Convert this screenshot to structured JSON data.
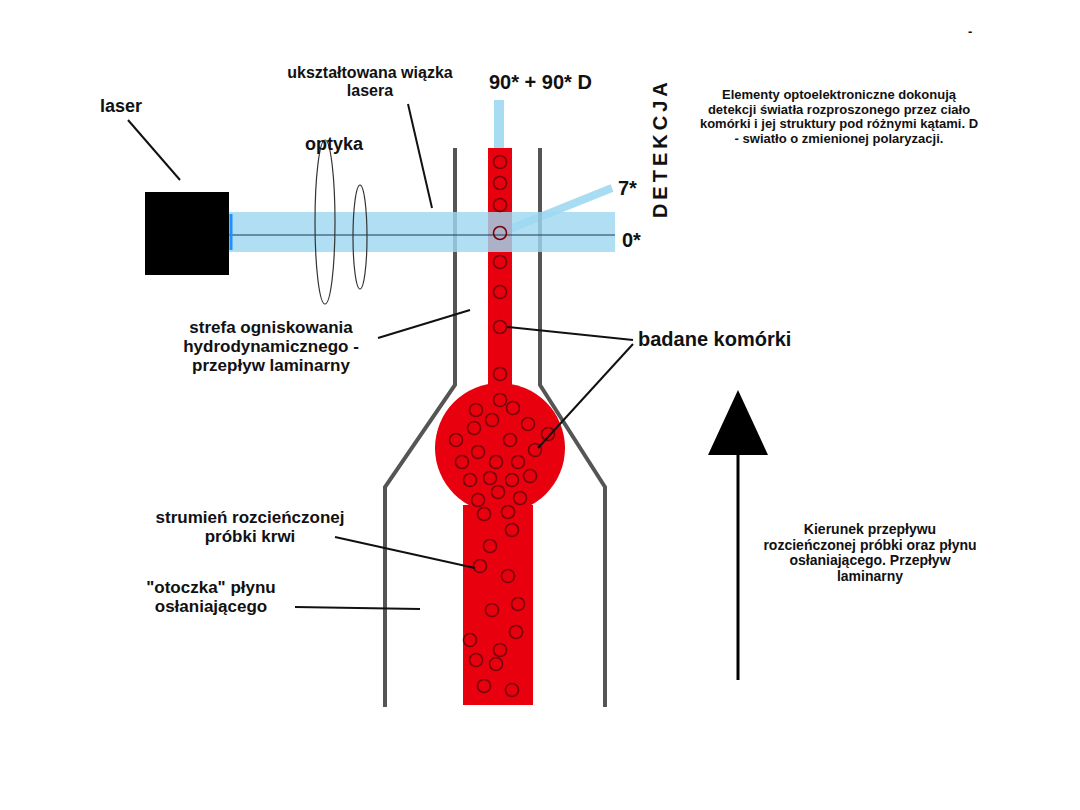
{
  "diagram": {
    "labels": [
      "laser",
      "optyka",
      "ukształtowana wiązka lasera",
      "90* + 90* D",
      "DETEKCJA",
      "Elementy optoelektroniczne dokonują detekcji światła rozproszonego przez ciało komórki i jej struktury pod różnymi kątami. D - swiatło o zmienionej polaryzacji.",
      "7*",
      "0*",
      "strefa ogniskowania hydrodynamicznego - przepływ laminarny",
      "badane komórki",
      "strumień rozcieńczonej próbki krwi",
      "\"otoczka\" płynu osłaniającego",
      "Kierunek przepływu rozcieńczonej próbki oraz płynu osłaniającego. Przepływ laminarny",
      "-"
    ]
  }
}
